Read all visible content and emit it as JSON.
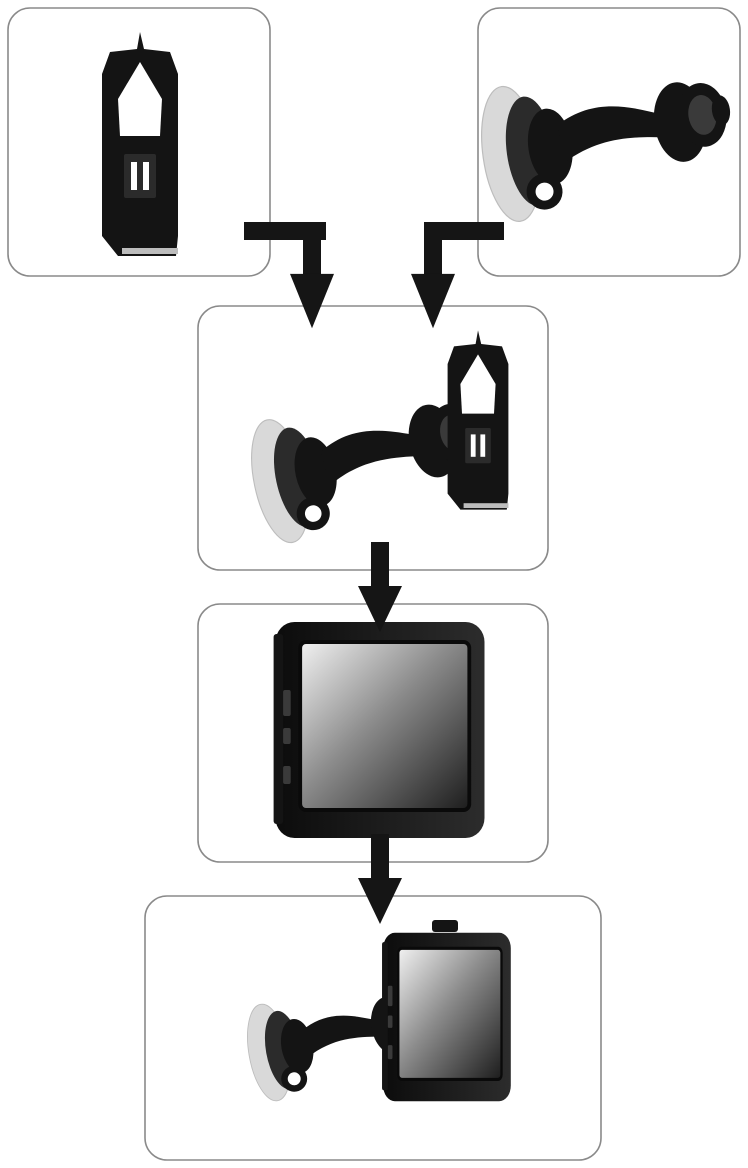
{
  "diagram": {
    "panels": [
      {
        "id": "cradle",
        "content": "cradle-bracket-icon"
      },
      {
        "id": "suction-mount",
        "content": "suction-mount-icon"
      },
      {
        "id": "assembled-mount",
        "content": "assembled-mount-icon"
      },
      {
        "id": "gps-device",
        "content": "gps-device-icon"
      },
      {
        "id": "installed-device",
        "content": "installed-device-icon"
      }
    ],
    "arrows": [
      {
        "from": "cradle",
        "to": "assembled-mount"
      },
      {
        "from": "suction-mount",
        "to": "assembled-mount"
      },
      {
        "from": "assembled-mount",
        "to": "gps-device"
      },
      {
        "from": "gps-device",
        "to": "installed-device"
      }
    ],
    "colors": {
      "ink": "#141414",
      "frame": "#8a8a8a",
      "glass": "#d9d9d9",
      "background": "#ffffff"
    }
  }
}
